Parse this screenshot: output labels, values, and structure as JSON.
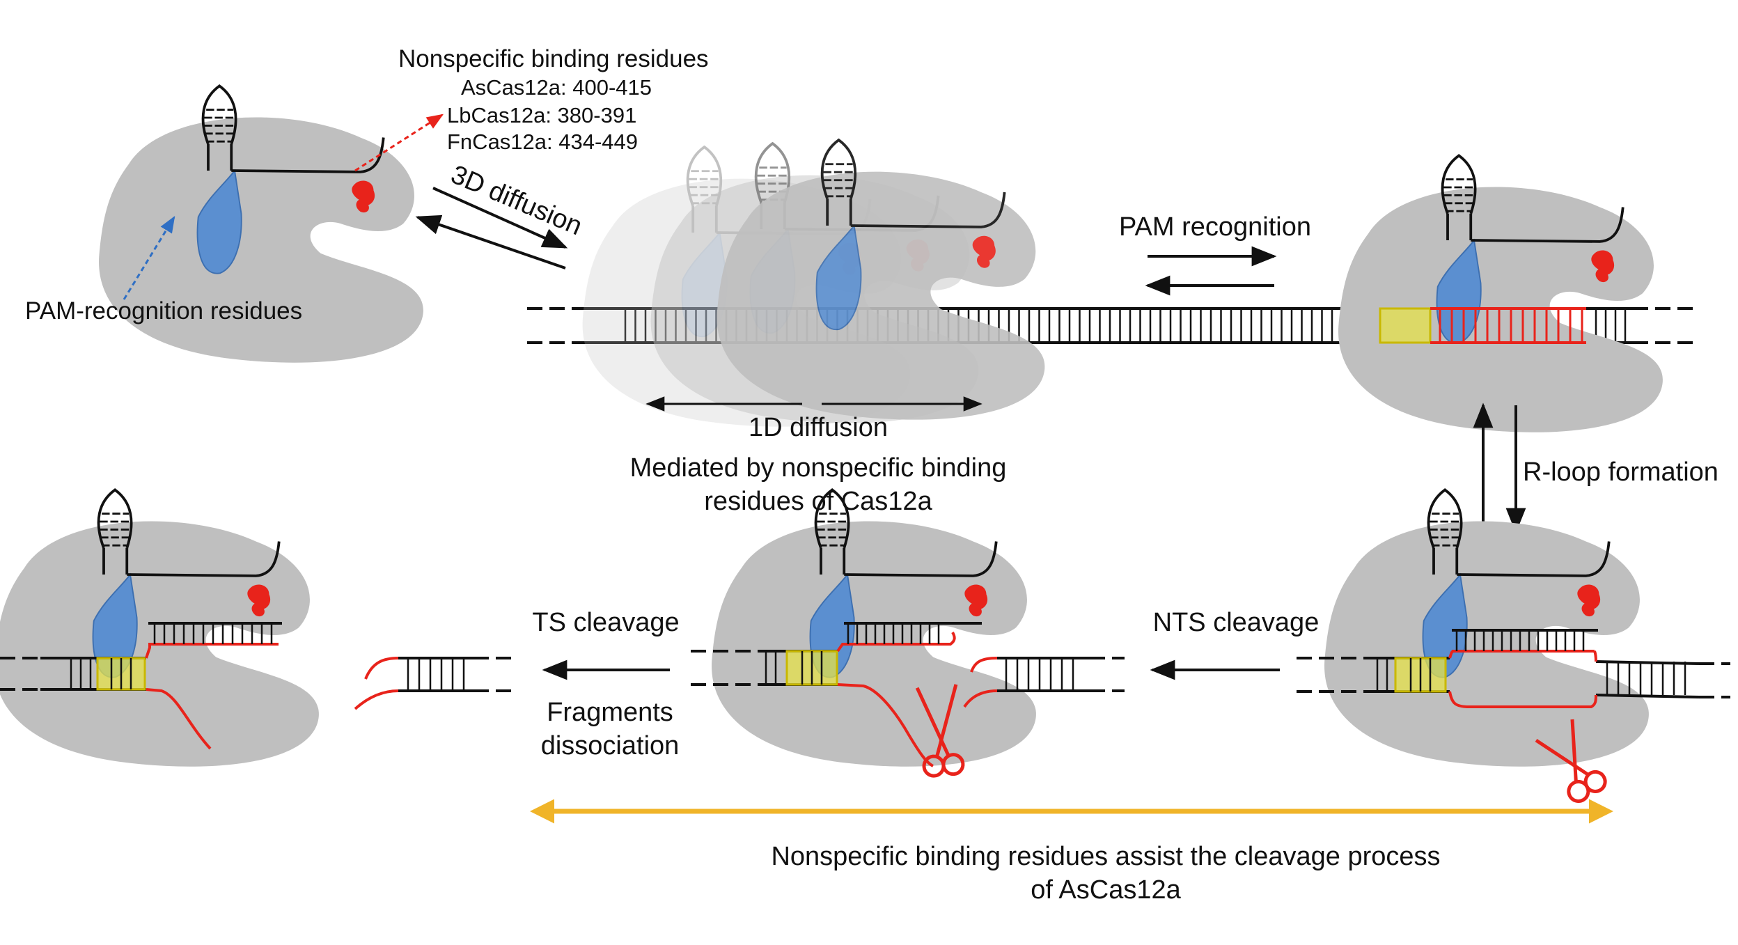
{
  "colors": {
    "protein": "#bfbfbf",
    "pam_domain": "#5b8fd0",
    "nonspecific_site": "#e8231b",
    "dna": "#111111",
    "rloop": "#e8231b",
    "pam_box": "#e6e24a",
    "assist_arrow": "#f0b429",
    "arrow_3d_red": "#e8231b",
    "arrow_blue": "#2f6fc4"
  },
  "labels": {
    "nonspecific_title": "Nonspecific binding residues",
    "ascas": "AsCas12a: 400-415",
    "lbcas": "LbCas12a: 380-391",
    "fncas": "FnCas12a: 434-449",
    "pam_residues": "PAM-recognition residues",
    "diffusion_3d": "3D diffusion",
    "pam_recognition": "PAM recognition",
    "diffusion_1d": "1D diffusion",
    "mediated_line1": "Mediated by nonspecific binding",
    "mediated_line2": "residues of Cas12a",
    "rloop": "R-loop formation",
    "nts_cleavage": "NTS cleavage",
    "ts_cleavage": "TS cleavage",
    "fragments_line1": "Fragments",
    "fragments_line2": "dissociation",
    "assist_line1": "Nonspecific binding residues assist the cleavage process",
    "assist_line2": "of AsCas12a"
  }
}
